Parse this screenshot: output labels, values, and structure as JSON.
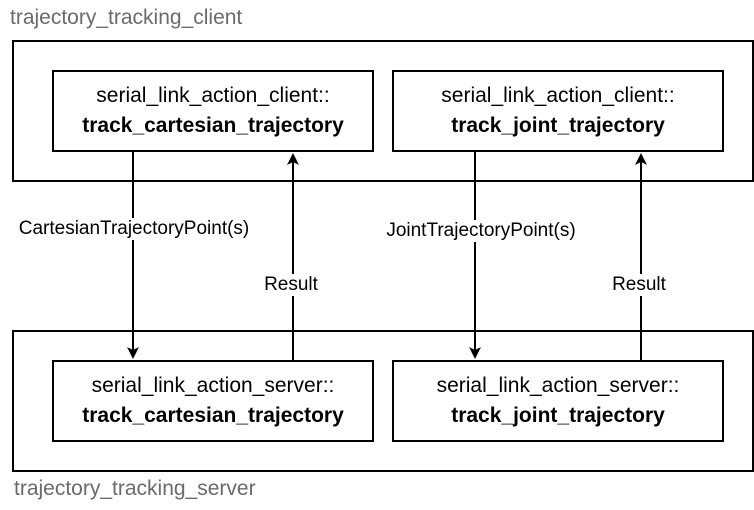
{
  "groups": {
    "client": "trajectory_tracking_client",
    "server": "trajectory_tracking_server"
  },
  "nodes": {
    "client_cartesian": {
      "line1": "serial_link_action_client::",
      "line2": "track_cartesian_trajectory"
    },
    "client_joint": {
      "line1": "serial_link_action_client::",
      "line2": "track_joint_trajectory"
    },
    "server_cartesian": {
      "line1": "serial_link_action_server::",
      "line2": "track_cartesian_trajectory"
    },
    "server_joint": {
      "line1": "serial_link_action_server::",
      "line2": "track_joint_trajectory"
    }
  },
  "edges": {
    "cartesian_points": "CartesianTrajectoryPoint(s)",
    "joint_points": "JointTrajectoryPoint(s)",
    "cartesian_result": "Result",
    "joint_result": "Result"
  }
}
